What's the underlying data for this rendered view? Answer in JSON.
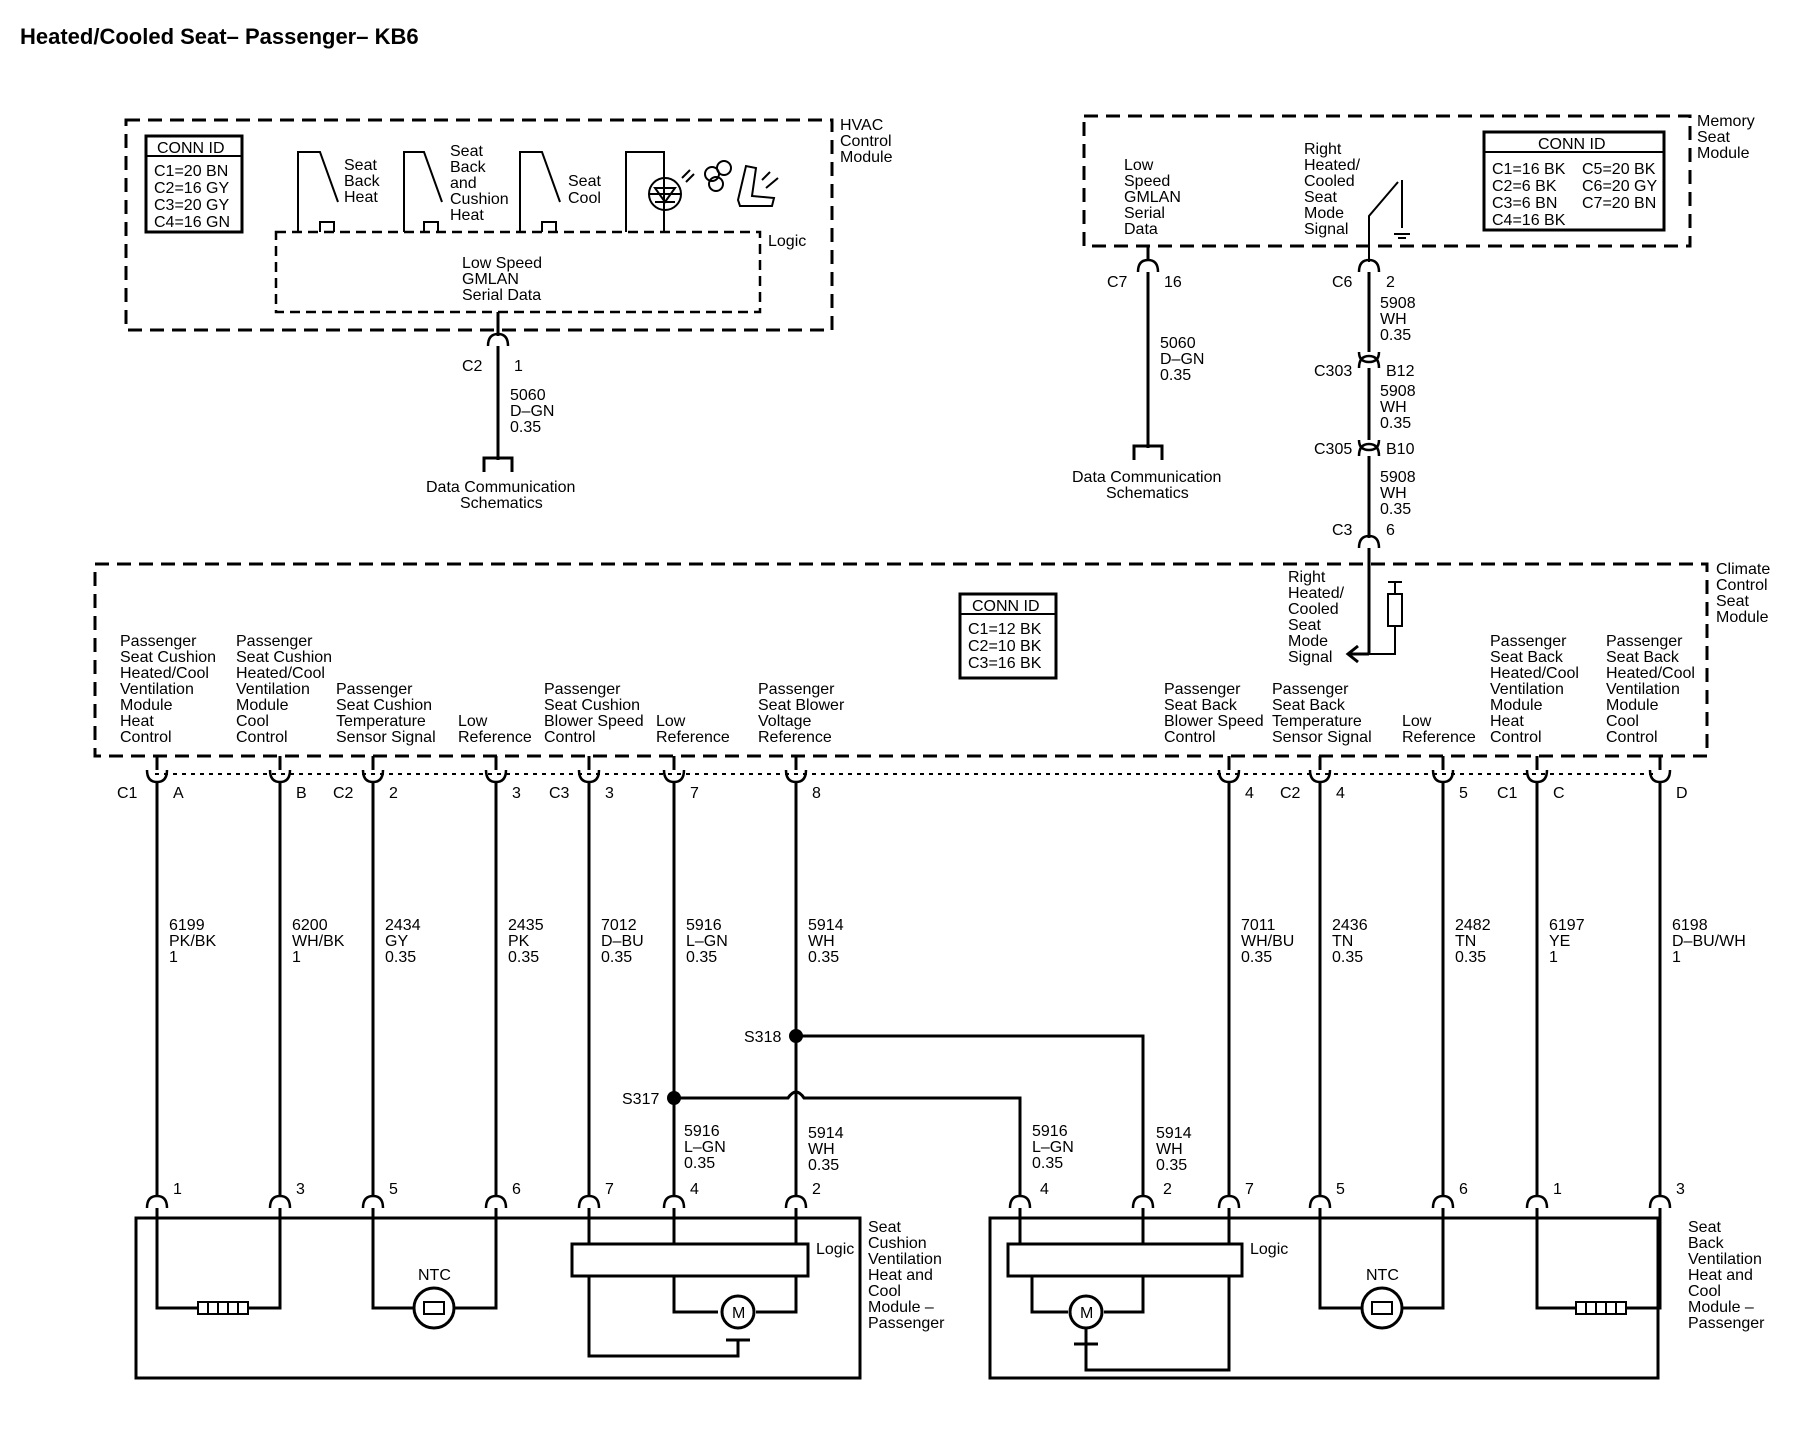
{
  "title": "Heated/Cooled Seat– Passenger– KB6",
  "hvac": {
    "module_name": [
      "HVAC",
      "Control",
      "Module"
    ],
    "conn_id_header": "CONN ID",
    "conn_id": [
      "C1=20 BN",
      "C2=16 GY",
      "C3=20 GY",
      "C4=16 GN"
    ],
    "switches": [
      [
        "Seat",
        "Back",
        "Heat"
      ],
      [
        "Seat",
        "Back",
        "and",
        "Cushion",
        "Heat"
      ],
      [
        "Seat",
        "Cool"
      ]
    ],
    "logic": "Logic",
    "gmlan": [
      "Low Speed",
      "GMLAN",
      "Serial Data"
    ],
    "connector": "C2",
    "pin": "1",
    "wire": [
      "5060",
      "D–GN",
      "0.35"
    ],
    "ref": [
      "Data Communication",
      "Schematics"
    ]
  },
  "memory": {
    "module_name": [
      "Memory",
      "Seat",
      "Module"
    ],
    "conn_id_header": "CONN ID",
    "conn_id_left": [
      "C1=16 BK",
      "C2=6 BK",
      "C3=6 BN",
      "C4=16 BK"
    ],
    "conn_id_right": [
      "C5=20 BK",
      "C6=20 GY",
      "C7=20 BN"
    ],
    "gmlan": [
      "Low",
      "Speed",
      "GMLAN",
      "Serial",
      "Data"
    ],
    "signal": [
      "Right",
      "Heated/",
      "Cooled",
      "Seat",
      "Mode",
      "Signal"
    ],
    "c7": "C7",
    "c7_pin": "16",
    "c7_wire": [
      "5060",
      "D–GN",
      "0.35"
    ],
    "ref": [
      "Data Communication",
      "Schematics"
    ],
    "c6": "C6",
    "c6_pin": "2",
    "c6_wire": [
      "5908",
      "WH",
      "0.35"
    ],
    "c303": "C303",
    "c303_pin": "B12",
    "c303_wire": [
      "5908",
      "WH",
      "0.35"
    ],
    "c305": "C305",
    "c305_pin": "B10",
    "c305_wire": [
      "5908",
      "WH",
      "0.35"
    ],
    "c3": "C3",
    "c3_pin": "6"
  },
  "climate": {
    "module_name": [
      "Climate",
      "Control",
      "Seat",
      "Module"
    ],
    "conn_id_header": "CONN ID",
    "conn_id": [
      "C1=12 BK",
      "C2=10 BK",
      "C3=16 BK"
    ],
    "mode_signal": [
      "Right",
      "Heated/",
      "Cooled",
      "Seat",
      "Mode",
      "Signal"
    ],
    "pins": [
      {
        "label": [
          "Passenger",
          "Seat Cushion",
          "Heated/Cool",
          "Ventilation",
          "Module",
          "Heat",
          "Control"
        ],
        "conn": "C1",
        "pin": "A",
        "wire": [
          "6199",
          "PK/BK",
          "1"
        ],
        "end_pin": "1"
      },
      {
        "label": [
          "Passenger",
          "Seat Cushion",
          "Heated/Cool",
          "Ventilation",
          "Module",
          "Cool",
          "Control"
        ],
        "conn": "",
        "pin": "B",
        "wire": [
          "6200",
          "WH/BK",
          "1"
        ],
        "end_pin": "3"
      },
      {
        "label": [
          "Passenger",
          "Seat Cushion",
          "Temperature",
          "Sensor Signal"
        ],
        "conn": "C2",
        "pin": "2",
        "wire": [
          "2434",
          "GY",
          "0.35"
        ],
        "end_pin": "5"
      },
      {
        "label": [
          "Low",
          "Reference"
        ],
        "conn": "",
        "pin": "3",
        "wire": [
          "2435",
          "PK",
          "0.35"
        ],
        "end_pin": "6"
      },
      {
        "label": [
          "Passenger",
          "Seat Cushion",
          "Blower Speed",
          "Control"
        ],
        "conn": "C3",
        "pin": "3",
        "wire": [
          "7012",
          "D–BU",
          "0.35"
        ],
        "end_pin": "7"
      },
      {
        "label": [
          "Low",
          "Reference"
        ],
        "conn": "",
        "pin": "7",
        "wire": [
          "5916",
          "L–GN",
          "0.35"
        ],
        "end_pin": "4"
      },
      {
        "label": [
          "Passenger",
          "Seat Blower",
          "Voltage",
          "Reference"
        ],
        "conn": "",
        "pin": "8",
        "wire": [
          "5914",
          "WH",
          "0.35"
        ],
        "end_pin": "2"
      },
      {
        "label": [
          "Passenger",
          "Seat Back",
          "Blower Speed",
          "Control"
        ],
        "conn": "",
        "pin": "4",
        "wire": [
          "7011",
          "WH/BU",
          "0.35"
        ],
        "end_pin": "7"
      },
      {
        "label": [
          "Passenger",
          "Seat Back",
          "Temperature",
          "Sensor Signal"
        ],
        "conn": "C2",
        "pin": "4",
        "wire": [
          "2436",
          "TN",
          "0.35"
        ],
        "end_pin": "5"
      },
      {
        "label": [
          "Low",
          "Reference"
        ],
        "conn": "",
        "pin": "5",
        "wire": [
          "2482",
          "TN",
          "0.35"
        ],
        "end_pin": "6"
      },
      {
        "label": [
          "Passenger",
          "Seat Back",
          "Heated/Cool",
          "Ventilation",
          "Module",
          "Heat",
          "Control"
        ],
        "conn": "C1",
        "pin": "C",
        "wire": [
          "6197",
          "YE",
          "1"
        ],
        "end_pin": "1"
      },
      {
        "label": [
          "Passenger",
          "Seat Back",
          "Heated/Cool",
          "Ventilation",
          "Module",
          "Cool",
          "Control"
        ],
        "conn": "",
        "pin": "D",
        "wire": [
          "6198",
          "D–BU/WH",
          "1"
        ],
        "end_pin": "3"
      }
    ]
  },
  "splices": {
    "s318": "S318",
    "s317": "S317",
    "lgn_wire": [
      "5916",
      "L–GN",
      "0.35"
    ],
    "wh_wire": [
      "5914",
      "WH",
      "0.35"
    ],
    "lgn_wire_2": [
      "5916",
      "L–GN",
      "0.35"
    ],
    "wh_wire_2": [
      "5914",
      "WH",
      "0.35"
    ]
  },
  "cushion_module": {
    "name": [
      "Seat",
      "Cushion",
      "Ventilation",
      "Heat and",
      "Cool",
      "Module –",
      "Passenger"
    ],
    "logic": "Logic",
    "ntc": "NTC",
    "motor": "M"
  },
  "back_module": {
    "name": [
      "Seat",
      "Back",
      "Ventilation",
      "Heat and",
      "Cool",
      "Module –",
      "Passenger"
    ],
    "logic": "Logic",
    "ntc": "NTC",
    "motor": "M"
  }
}
